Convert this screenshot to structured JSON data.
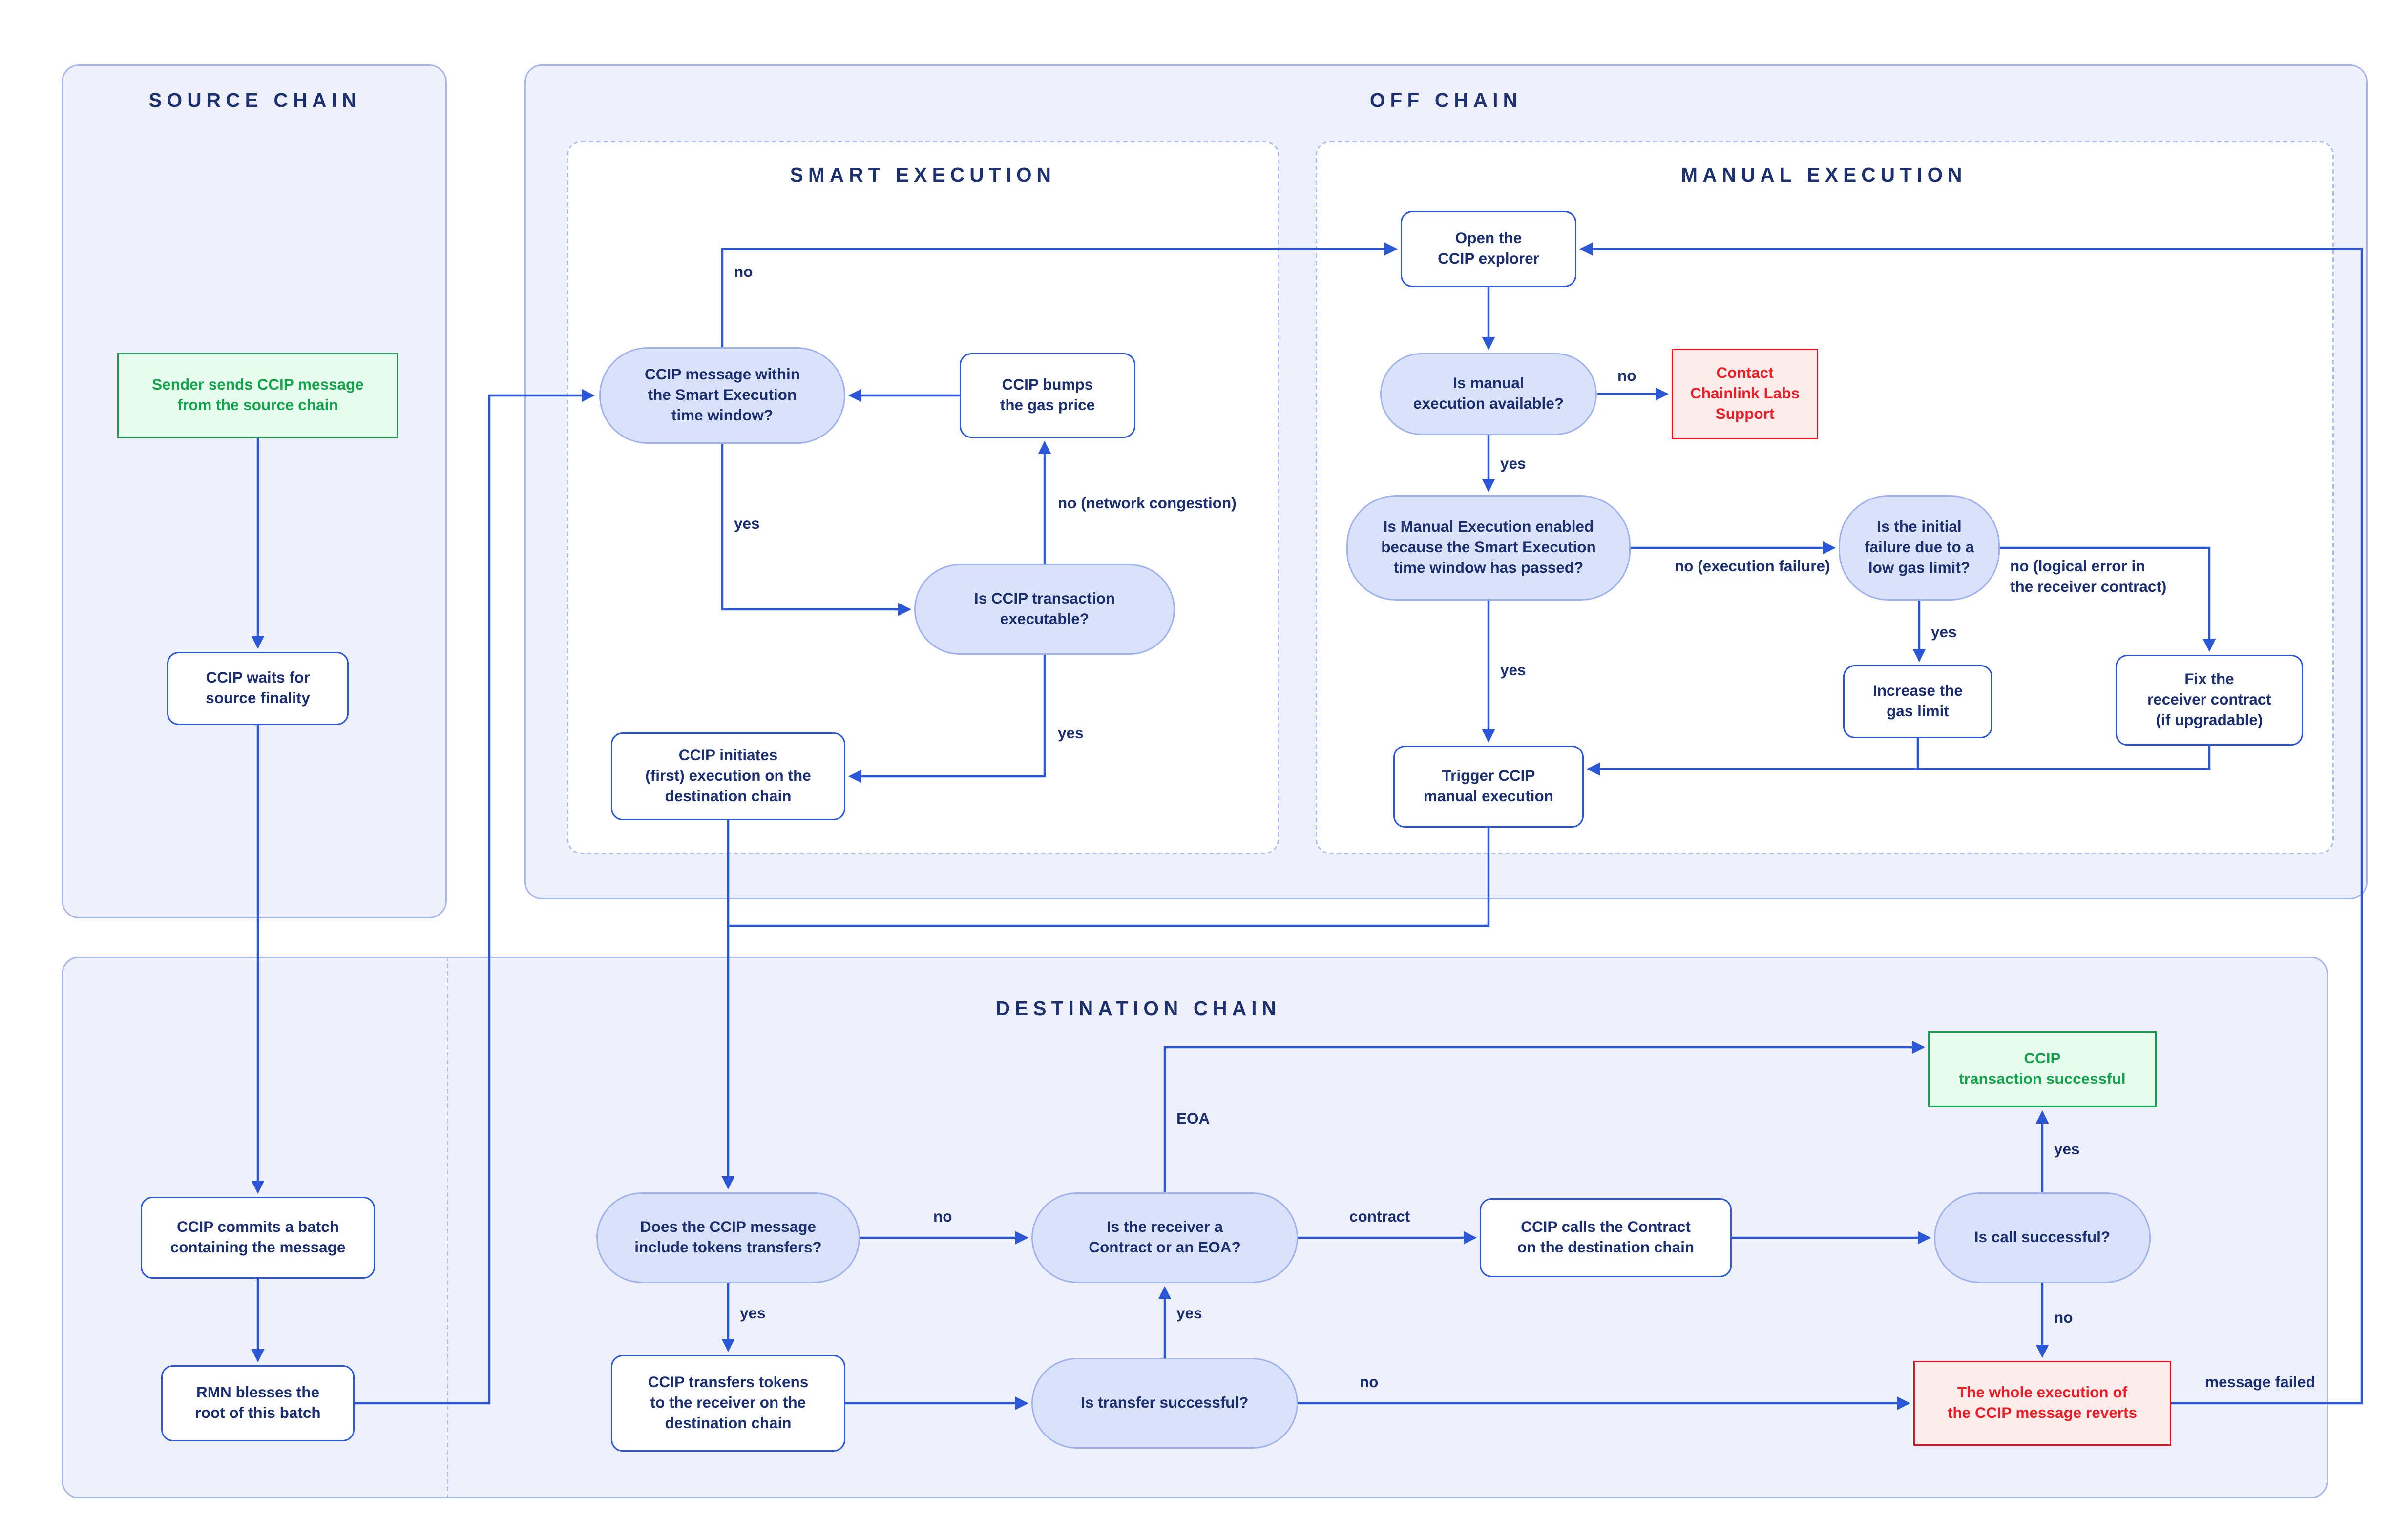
{
  "panels": {
    "source": {
      "title": "SOURCE CHAIN"
    },
    "offchain": {
      "title": "OFF CHAIN"
    },
    "smart": {
      "title": "SMART EXECUTION"
    },
    "manual": {
      "title": "MANUAL EXECUTION"
    },
    "destination": {
      "title": "DESTINATION CHAIN"
    }
  },
  "nodes": {
    "sender": {
      "label": "Sender sends CCIP message\nfrom the source chain",
      "kind": "start-green"
    },
    "waits": {
      "label": "CCIP waits for\nsource finality",
      "kind": "process"
    },
    "commits": {
      "label": "CCIP commits a batch\ncontaining the message",
      "kind": "process"
    },
    "rmn": {
      "label": "RMN blesses the\nroot of this batch",
      "kind": "process"
    },
    "q_window": {
      "label": "CCIP message within\nthe Smart Execution\ntime window?",
      "kind": "decision"
    },
    "bumps": {
      "label": "CCIP bumps\nthe gas price",
      "kind": "process"
    },
    "q_executable": {
      "label": "Is CCIP transaction\nexecutable?",
      "kind": "decision"
    },
    "initiates": {
      "label": "CCIP initiates\n(first) execution on the\ndestination chain",
      "kind": "process"
    },
    "open_explorer": {
      "label": "Open the\nCCIP explorer",
      "kind": "process"
    },
    "q_manual_avail": {
      "label": "Is manual\nexecution available?",
      "kind": "decision"
    },
    "contact": {
      "label": "Contact\nChainlink Labs\nSupport",
      "kind": "end-red"
    },
    "q_enabled": {
      "label": "Is Manual Execution enabled\nbecause the Smart Execution\ntime window has passed?",
      "kind": "decision"
    },
    "q_lowgas": {
      "label": "Is the initial\nfailure due to a\nlow gas limit?",
      "kind": "decision"
    },
    "increase_gas": {
      "label": "Increase the\ngas limit",
      "kind": "process"
    },
    "fix_receiver": {
      "label": "Fix the\nreceiver contract\n(if upgradable)",
      "kind": "process"
    },
    "trigger": {
      "label": "Trigger CCIP\nmanual execution",
      "kind": "process"
    },
    "q_tokens": {
      "label": "Does the CCIP message\ninclude tokens transfers?",
      "kind": "decision"
    },
    "transfers_tokens": {
      "label": "CCIP transfers tokens\nto the receiver on the\ndestination chain",
      "kind": "process"
    },
    "q_transfer_ok": {
      "label": "Is transfer successful?",
      "kind": "decision"
    },
    "q_receiver": {
      "label": "Is the receiver a\nContract or an EOA?",
      "kind": "decision"
    },
    "calls_contract": {
      "label": "CCIP calls the Contract\non the destination chain",
      "kind": "process"
    },
    "q_call_ok": {
      "label": "Is call successful?",
      "kind": "decision"
    },
    "tx_success": {
      "label": "CCIP\ntransaction successful",
      "kind": "end-green"
    },
    "reverts": {
      "label": "The whole execution of\nthe CCIP message reverts",
      "kind": "end-red"
    }
  },
  "edge_labels": {
    "window_no": "no",
    "window_yes": "yes",
    "congestion": "no (network congestion)",
    "executable_yes": "yes",
    "avail_no": "no",
    "avail_yes": "yes",
    "enabled_yes": "yes",
    "exec_failure": "no (execution failure)",
    "lowgas_yes": "yes",
    "logical_error": "no (logical error in\nthe receiver contract)",
    "tokens_no": "no",
    "tokens_yes": "yes",
    "transfer_yes": "yes",
    "transfer_no": "no",
    "eoa": "EOA",
    "contract": "contract",
    "call_yes": "yes",
    "call_no": "no",
    "message_failed": "message failed"
  },
  "colors": {
    "accent_blue": "#2b57d6",
    "navy_text": "#1b2f70",
    "panel_fill": "#eef1fb",
    "panel_border": "#a6b5ec",
    "pill_fill": "#d9e2f8",
    "pill_border": "#9fb2ee",
    "success_green": "#12a34b",
    "error_red": "#e2131c"
  }
}
